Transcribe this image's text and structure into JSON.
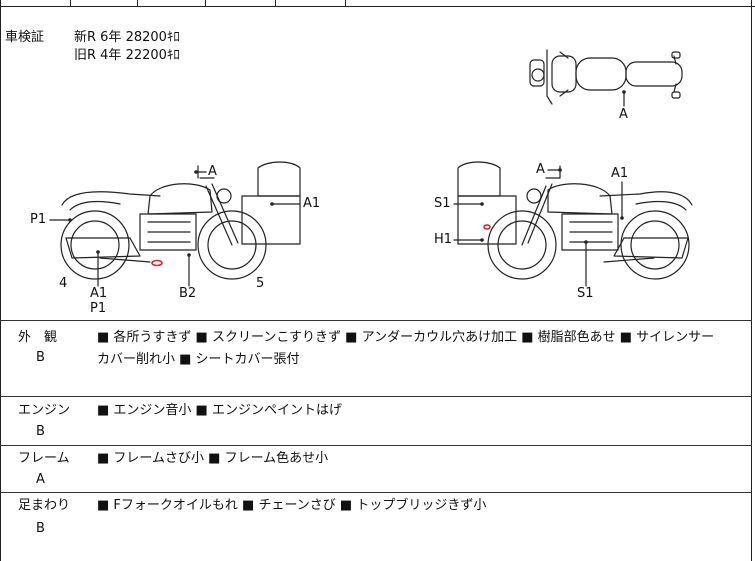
{
  "registration": {
    "label": "車検証",
    "new_line": "新R  6年  28200ｷﾛ",
    "old_line": "旧R  4年  22200ｷﾛ"
  },
  "diagram_labels": {
    "top_A": "A",
    "left_A": "A",
    "left_A1": "A1",
    "left_P1": "P1",
    "left_4": "4",
    "left_A1b": "A1",
    "left_P1b": "P1",
    "left_B2": "B2",
    "left_5": "5",
    "right_A": "A",
    "right_A1": "A1",
    "right_S1": "S1",
    "right_H1": "H1",
    "right_S1b": "S1"
  },
  "sections": [
    {
      "label": "外　観",
      "grade": "B",
      "text_line1": "■ 各所うすきず ■ スクリーンこすりきず ■ アンダーカウル穴あけ加工 ■ 樹脂部色あせ ■ サイレンサー",
      "text_line2": "カバー削れ小 ■ シートカバー張付"
    },
    {
      "label": "エンジン",
      "grade": "B",
      "text_line1": "■ エンジン音小 ■ エンジンペイントはげ",
      "text_line2": ""
    },
    {
      "label": "フレーム",
      "grade": "A",
      "text_line1": "■ フレームさび小 ■ フレーム色あせ小",
      "text_line2": ""
    },
    {
      "label": "足まわり",
      "grade": "B",
      "text_line1": "■ Fフォークオイルもれ ■ チェーンさび ■ トップブリッジきず小",
      "text_line2": ""
    }
  ],
  "colors": {
    "line": "#222222",
    "mark": "#d9232a"
  }
}
